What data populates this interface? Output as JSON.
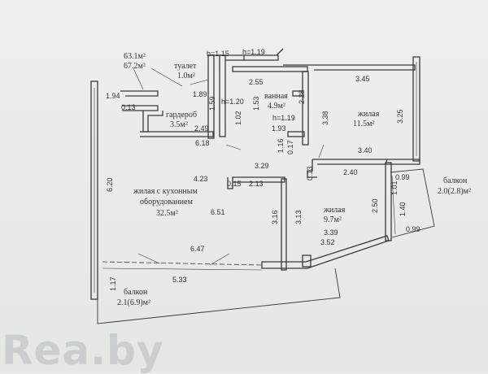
{
  "areas": {
    "total": "63.1м²",
    "total_with_balconies": "67.2м²"
  },
  "rooms": [
    {
      "id": "toilet",
      "name": "туалет",
      "area": "1.0м²"
    },
    {
      "id": "bathroom",
      "name": "ванная",
      "area": "4.9м²"
    },
    {
      "id": "wardrobe",
      "name": "гардероб",
      "area": "3.5м²"
    },
    {
      "id": "bedroom1",
      "name": "жилая",
      "area": "11.5м²"
    },
    {
      "id": "living",
      "name": "жилая с кухонным оборудованием",
      "name_line1": "жилая с кухонным",
      "name_line2": "оборудованием",
      "area": "32.5м²"
    },
    {
      "id": "bedroom2",
      "name": "жилая",
      "area": "9.7м²"
    },
    {
      "id": "balcony_right",
      "name": "балкон",
      "area": "2.0(2.8)м²"
    },
    {
      "id": "balcony_bottom",
      "name": "балкон",
      "area": "2.1(6.9)м²"
    }
  ],
  "dimensions": {
    "h_1_15": "h=1.15",
    "h_1_19_top": "h=1.19",
    "h_1_20": "h=1.20",
    "h_1_19_bath": "h=1.19",
    "d_1_94": "1.94",
    "d_0_13_left": "0.13",
    "d_1_89": "1.89",
    "d_1_59": "1.59",
    "d_2_49": "2.49",
    "d_6_18": "6.18",
    "d_2_55": "2.55",
    "d_2_28": "2.28",
    "d_1_53": "1.53",
    "d_1_02": "1.02",
    "d_1_93": "1.93",
    "d_3_38": "3.38",
    "d_3_45": "3.45",
    "d_3_25": "3.25",
    "d_3_40": "3.40",
    "d_1_16": "1.16",
    "d_0_17": "0.17",
    "d_3_29": "3.29",
    "d_0_13_mid": "0.13",
    "d_2_40": "2.40",
    "d_0_99_top": "0.99",
    "d_1_01": "1.01",
    "d_6_20": "6.20",
    "d_4_23": "4.23",
    "d_0_15": "0.15",
    "d_2_13": "2.13",
    "d_6_51": "6.51",
    "d_3_16": "3.16",
    "d_3_13": "3.13",
    "d_2_50": "2.50",
    "d_1_40": "1.40",
    "d_0_99_bottom": "0.99",
    "d_3_39": "3.39",
    "d_3_52": "3.52",
    "d_6_47": "6.47",
    "d_5_33": "5.33",
    "d_1_17": "1.17"
  },
  "watermark": "Rea.by",
  "colors": {
    "wall": "#3a3a3a",
    "background": "#eceeeb"
  }
}
